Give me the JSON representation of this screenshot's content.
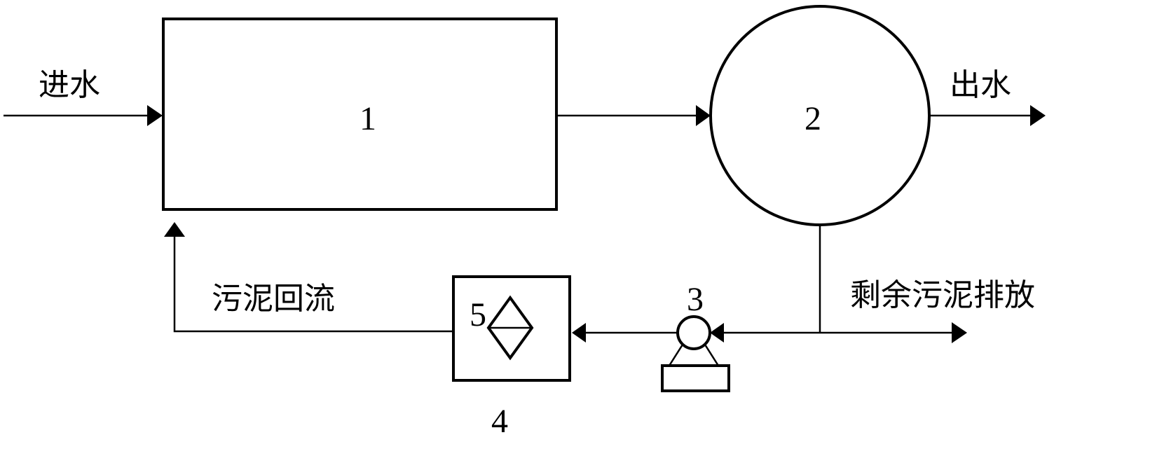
{
  "diagram": {
    "labels": {
      "inlet": "进水",
      "outlet": "出水",
      "sludge_return": "污泥回流",
      "excess_sludge": "剩余污泥排放"
    },
    "nodes": {
      "n1": "1",
      "n2": "2",
      "n3": "3",
      "n4": "4",
      "n5": "5"
    }
  }
}
